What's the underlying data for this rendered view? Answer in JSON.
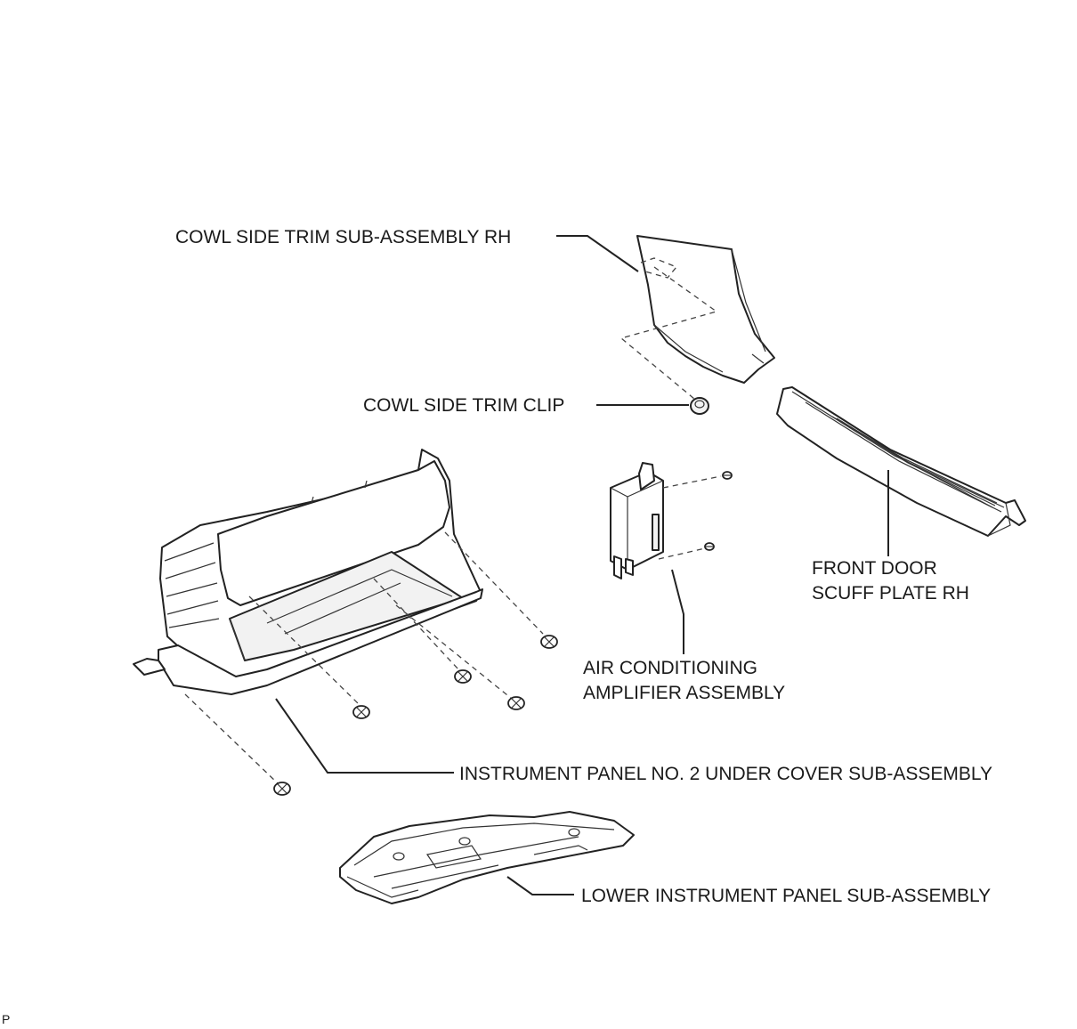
{
  "labels": {
    "cowl_side_trim": "COWL SIDE TRIM SUB-ASSEMBLY RH",
    "cowl_side_trim_clip": "COWL SIDE TRIM CLIP",
    "front_door_scuff_line1": "FRONT DOOR",
    "front_door_scuff_line2": "SCUFF PLATE RH",
    "ac_amplifier_line1": "AIR CONDITIONING",
    "ac_amplifier_line2": "AMPLIFIER ASSEMBLY",
    "under_cover": "INSTRUMENT PANEL NO. 2 UNDER COVER SUB-ASSEMBLY",
    "lower_panel": "LOWER INSTRUMENT PANEL SUB-ASSEMBLY"
  },
  "corner_mark": "P"
}
